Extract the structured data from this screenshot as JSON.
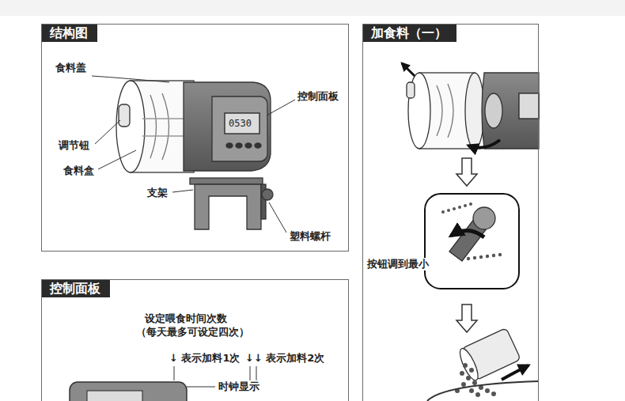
{
  "diagram": {
    "nodes": [
      {
        "text": [
          "结构图"
        ]
      },
      {
        "text": [
          "控制面板"
        ]
      },
      {
        "text": [
          "加食料（一）"
        ]
      }
    ],
    "labels": [
      "食料盖",
      "控制面板",
      "0530",
      "调节钮",
      "食料盒",
      "支架",
      "塑料螺杆",
      "设定喂食时间次数",
      "（每天最多可设定四次）",
      "↓ 表示加料1次",
      "↓↓ 表示加料2次",
      "时钟显示",
      "按钮调到最小"
    ]
  }
}
